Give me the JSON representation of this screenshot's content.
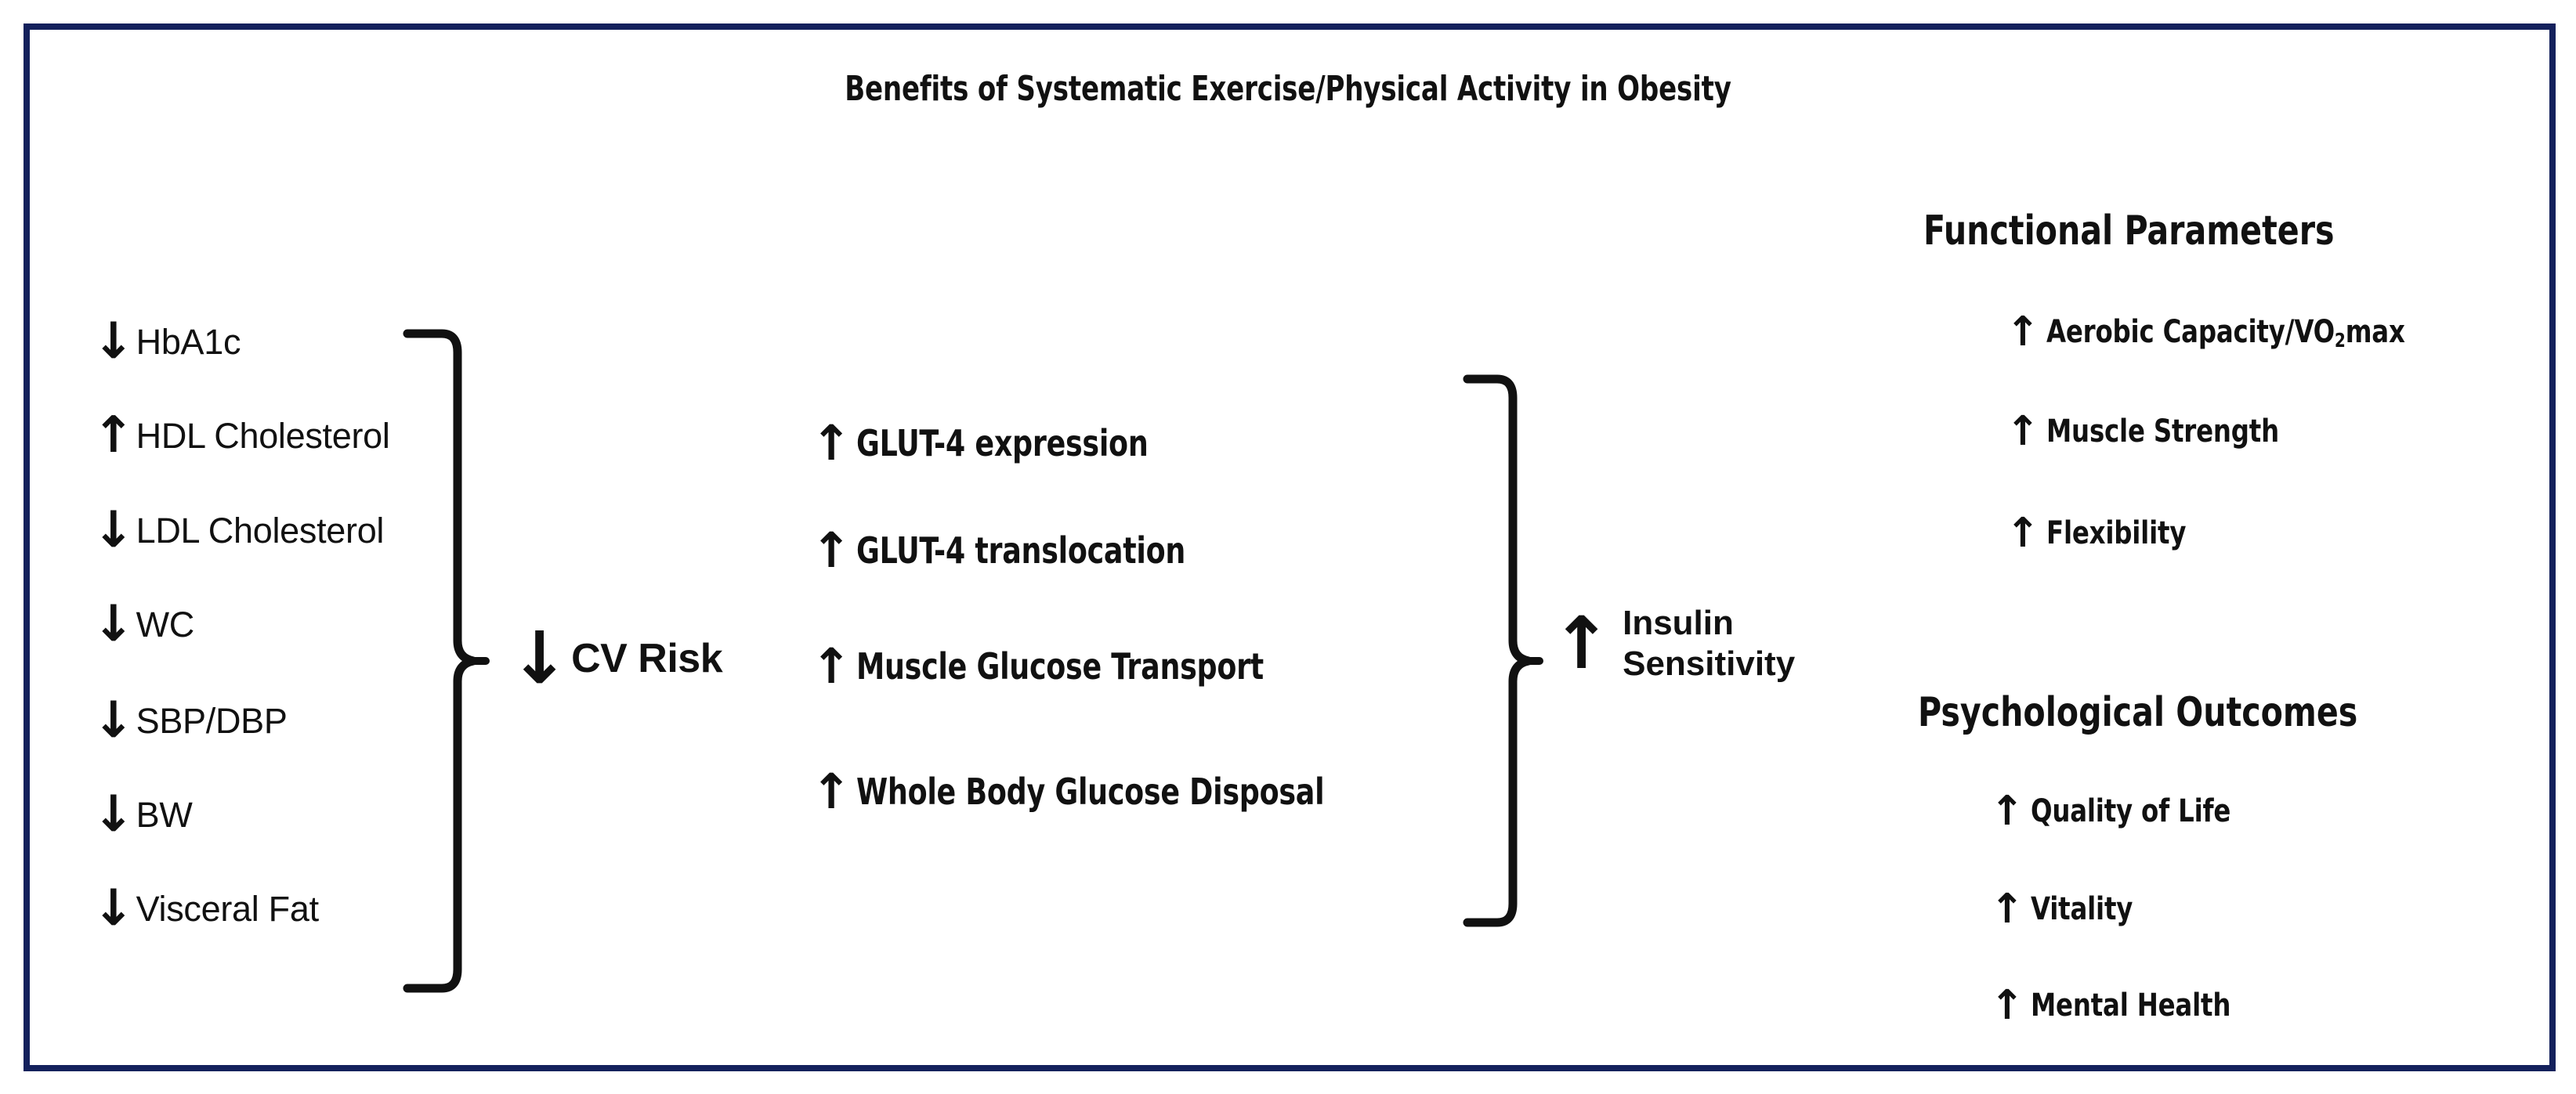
{
  "figure": {
    "title": "Benefits of Systematic Exercise/Physical Activity in Obesity",
    "border_color": "#14215c",
    "text_color": "#111111",
    "background": "#ffffff"
  },
  "left_column": {
    "items": [
      {
        "direction": "down",
        "arrow": "↓",
        "label": "HbA1c"
      },
      {
        "direction": "up",
        "arrow": "↑",
        "label": "HDL Cholesterol"
      },
      {
        "direction": "down",
        "arrow": "↓",
        "label": "LDL Cholesterol"
      },
      {
        "direction": "down",
        "arrow": "↓",
        "label": "WC"
      },
      {
        "direction": "down",
        "arrow": "↓",
        "label": "SBP/DBP"
      },
      {
        "direction": "down",
        "arrow": "↓",
        "label": "BW"
      },
      {
        "direction": "down",
        "arrow": "↓",
        "label": "Visceral Fat"
      }
    ],
    "outcome": {
      "direction": "down",
      "arrow": "↓",
      "label": "CV Risk"
    }
  },
  "middle_column": {
    "items": [
      {
        "direction": "up",
        "arrow": "↑",
        "label": "GLUT-4 expression"
      },
      {
        "direction": "up",
        "arrow": "↑",
        "label": "GLUT-4 translocation"
      },
      {
        "direction": "up",
        "arrow": "↑",
        "label": "Muscle Glucose Transport"
      },
      {
        "direction": "up",
        "arrow": "↑",
        "label": "Whole Body Glucose Disposal"
      }
    ],
    "outcome": {
      "direction": "up",
      "arrow": "↑",
      "label_line1": "Insulin",
      "label_line2": "Sensitivity"
    }
  },
  "right_column": {
    "groups": [
      {
        "heading": "Functional Parameters",
        "items": [
          {
            "direction": "up",
            "arrow": "↑",
            "label_pre": "Aerobic Capacity/VO",
            "label_sub": "2",
            "label_post": "max"
          },
          {
            "direction": "up",
            "arrow": "↑",
            "label": "Muscle Strength"
          },
          {
            "direction": "up",
            "arrow": "↑",
            "label": "Flexibility"
          }
        ]
      },
      {
        "heading": "Psychological Outcomes",
        "items": [
          {
            "direction": "up",
            "arrow": "↑",
            "label": "Quality of Life"
          },
          {
            "direction": "up",
            "arrow": "↑",
            "label": "Vitality"
          },
          {
            "direction": "up",
            "arrow": "↑",
            "label": "Mental Health"
          }
        ]
      }
    ]
  }
}
